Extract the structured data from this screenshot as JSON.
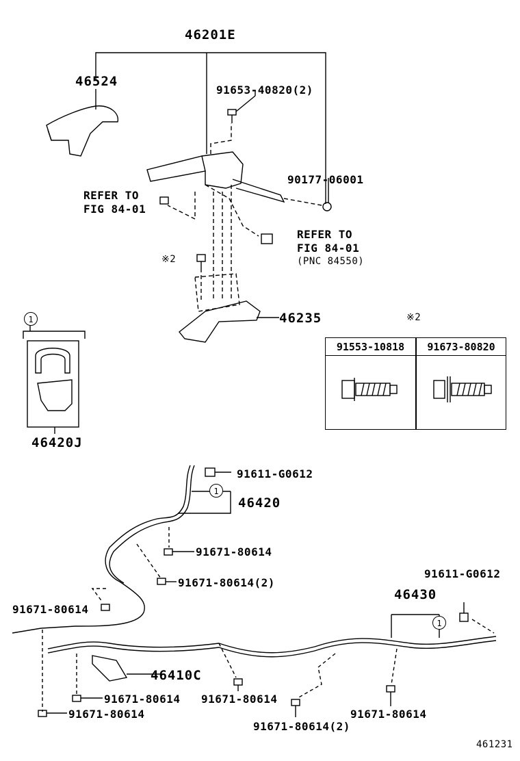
{
  "labels": {
    "assembly": "46201E",
    "lever_cover": "46524",
    "top_bolt": "91653-40820(2)",
    "nut": "90177-06001",
    "refer_left_1": "REFER TO",
    "refer_left_2": "FIG 84-01",
    "refer_right_1": "REFER TO",
    "refer_right_2": "FIG 84-01",
    "refer_right_3": "(PNC 84550)",
    "note_bolt_mark": "※2",
    "bracket": "46235",
    "clamp_kit": "46420J",
    "callout_1": "1",
    "front_cable": "46420",
    "bolt_g0612_top": "91611-G0612",
    "bolt_80614_a": "91671-80614",
    "bolt_80614_b": "91671-80614(2)",
    "bolt_80614_c": "91671-80614",
    "cable_left": "46410C",
    "bolt_80614_d": "91671-80614",
    "bolt_80614_e": "91671-80614",
    "bolt_80614_f": "91671-80614",
    "bolt_80614_g": "91671-80614(2)",
    "bolt_80614_h": "91671-80614",
    "right_cable": "46430",
    "bolt_g0612_right": "91611-G0612",
    "figure_id": "461231"
  },
  "spec_table": {
    "note": "※2",
    "col1": "91553-10818",
    "col2": "91673-80820"
  }
}
